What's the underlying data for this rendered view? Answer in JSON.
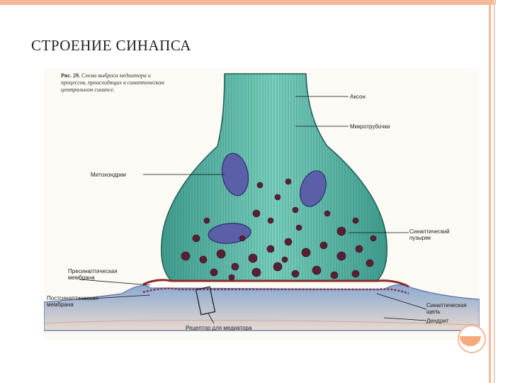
{
  "slide": {
    "title": "СТРОЕНИЕ СИНАПСА"
  },
  "figure": {
    "caption_prefix": "Рис. 29.",
    "caption_text": "Схема выброса медиатора и процессов, происходящих в синаптическом центральном синапсе.",
    "labels": {
      "axon": "Аксон",
      "microtubules": "Микротрубочки",
      "mitochondria": "Митохондрии",
      "synaptic_vesicle_1": "Синаптический",
      "synaptic_vesicle_2": "пузырек",
      "presynaptic_1": "Пресинаптическая",
      "presynaptic_2": "мембрана",
      "postsynaptic_1": "Постсинаптическая",
      "postsynaptic_2": "мембрана",
      "synaptic_cleft_1": "Синаптическая",
      "synaptic_cleft_2": "щель",
      "dendrite": "Дендрит",
      "receptor": "Рецептор для медиатора"
    }
  },
  "colors": {
    "accent": "#f4b89a",
    "terminal_fill": "#5fb8a8",
    "terminal_lines": "#2d7d70",
    "vesicle": "#5a1f35",
    "mitochondria": "#5a5fa8",
    "dendrite": "#9ab6d8"
  }
}
